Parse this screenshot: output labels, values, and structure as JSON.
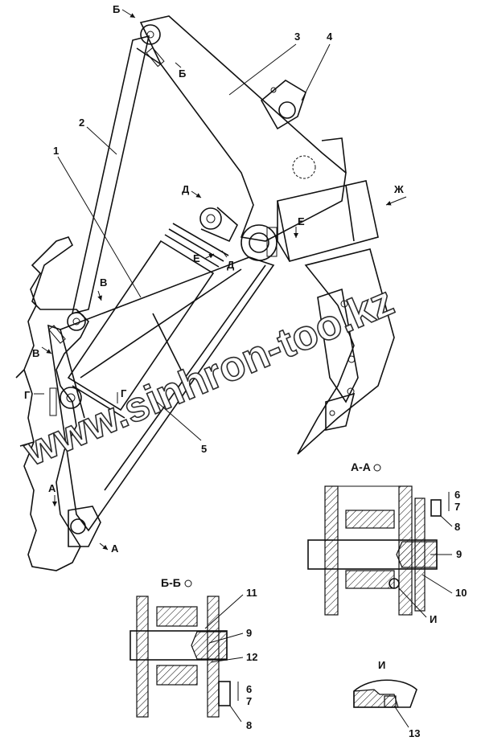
{
  "watermark": "www.sinhron-too.kz",
  "part_labels": [
    "1",
    "2",
    "3",
    "4",
    "5"
  ],
  "section_marks": {
    "b_top": "Б",
    "b_bottom": "Б",
    "d_top": "Д",
    "d_bottom": "Д",
    "e_left": "Е",
    "e_right": "Е",
    "v_top": "В",
    "v_bottom": "В",
    "g_left": "Г",
    "g_right": "Г",
    "a_top": "А",
    "a_bottom": "А",
    "zh": "Ж"
  },
  "section_aa": {
    "title": "А-А",
    "callouts": [
      "6",
      "7",
      "8",
      "9",
      "10",
      "И"
    ]
  },
  "section_bb": {
    "title": "Б-Б",
    "callouts": [
      "11",
      "9",
      "12",
      "6",
      "7",
      "8"
    ]
  },
  "detail_i": {
    "title": "И",
    "callouts": [
      "13"
    ]
  }
}
